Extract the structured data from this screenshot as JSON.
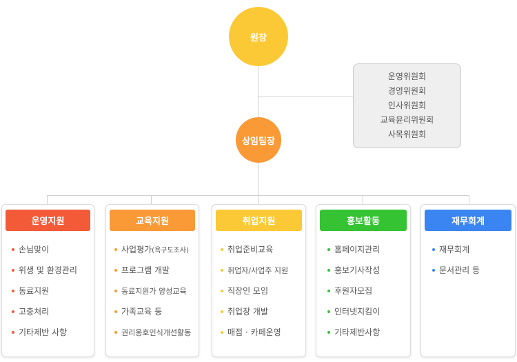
{
  "director": {
    "label": "원장",
    "color": "#fcc936"
  },
  "deputy": {
    "label": "상임팀장",
    "color": "#f99a37"
  },
  "committees": [
    "운영위원회",
    "경영위원회",
    "인사위원회",
    "교육윤리위원회",
    "사목위원회"
  ],
  "departments": [
    {
      "title": "운영지원",
      "color": "#f35a38",
      "items": [
        "손님맞이",
        "위생 및 환경관리",
        "동료지원",
        "고충처리",
        "기타제반 사항"
      ]
    },
    {
      "title": "교육지원",
      "color": "#f99a37",
      "items": [
        "사업평가",
        "프로그램 개발",
        "동료지원가 양성교육",
        "가족교육 등",
        "권리옹호인식개선활동"
      ],
      "first_item_note": "(욕구도조사)"
    },
    {
      "title": "취업지원",
      "color": "#fcc936",
      "items": [
        "취업준비교육",
        "취업자/사업주 지원",
        "직장인 모임",
        "취업장 개발",
        "매점 · 카페운영"
      ]
    },
    {
      "title": "홍보활동",
      "color": "#35c334",
      "items": [
        "홈페이지관리",
        "홍보기사작성",
        "후원자모집",
        "인터넷지킴이",
        "기타제반사항"
      ]
    },
    {
      "title": "재무회계",
      "color": "#3a85f1",
      "items": [
        "재무회계",
        "문서관리 등"
      ]
    }
  ]
}
